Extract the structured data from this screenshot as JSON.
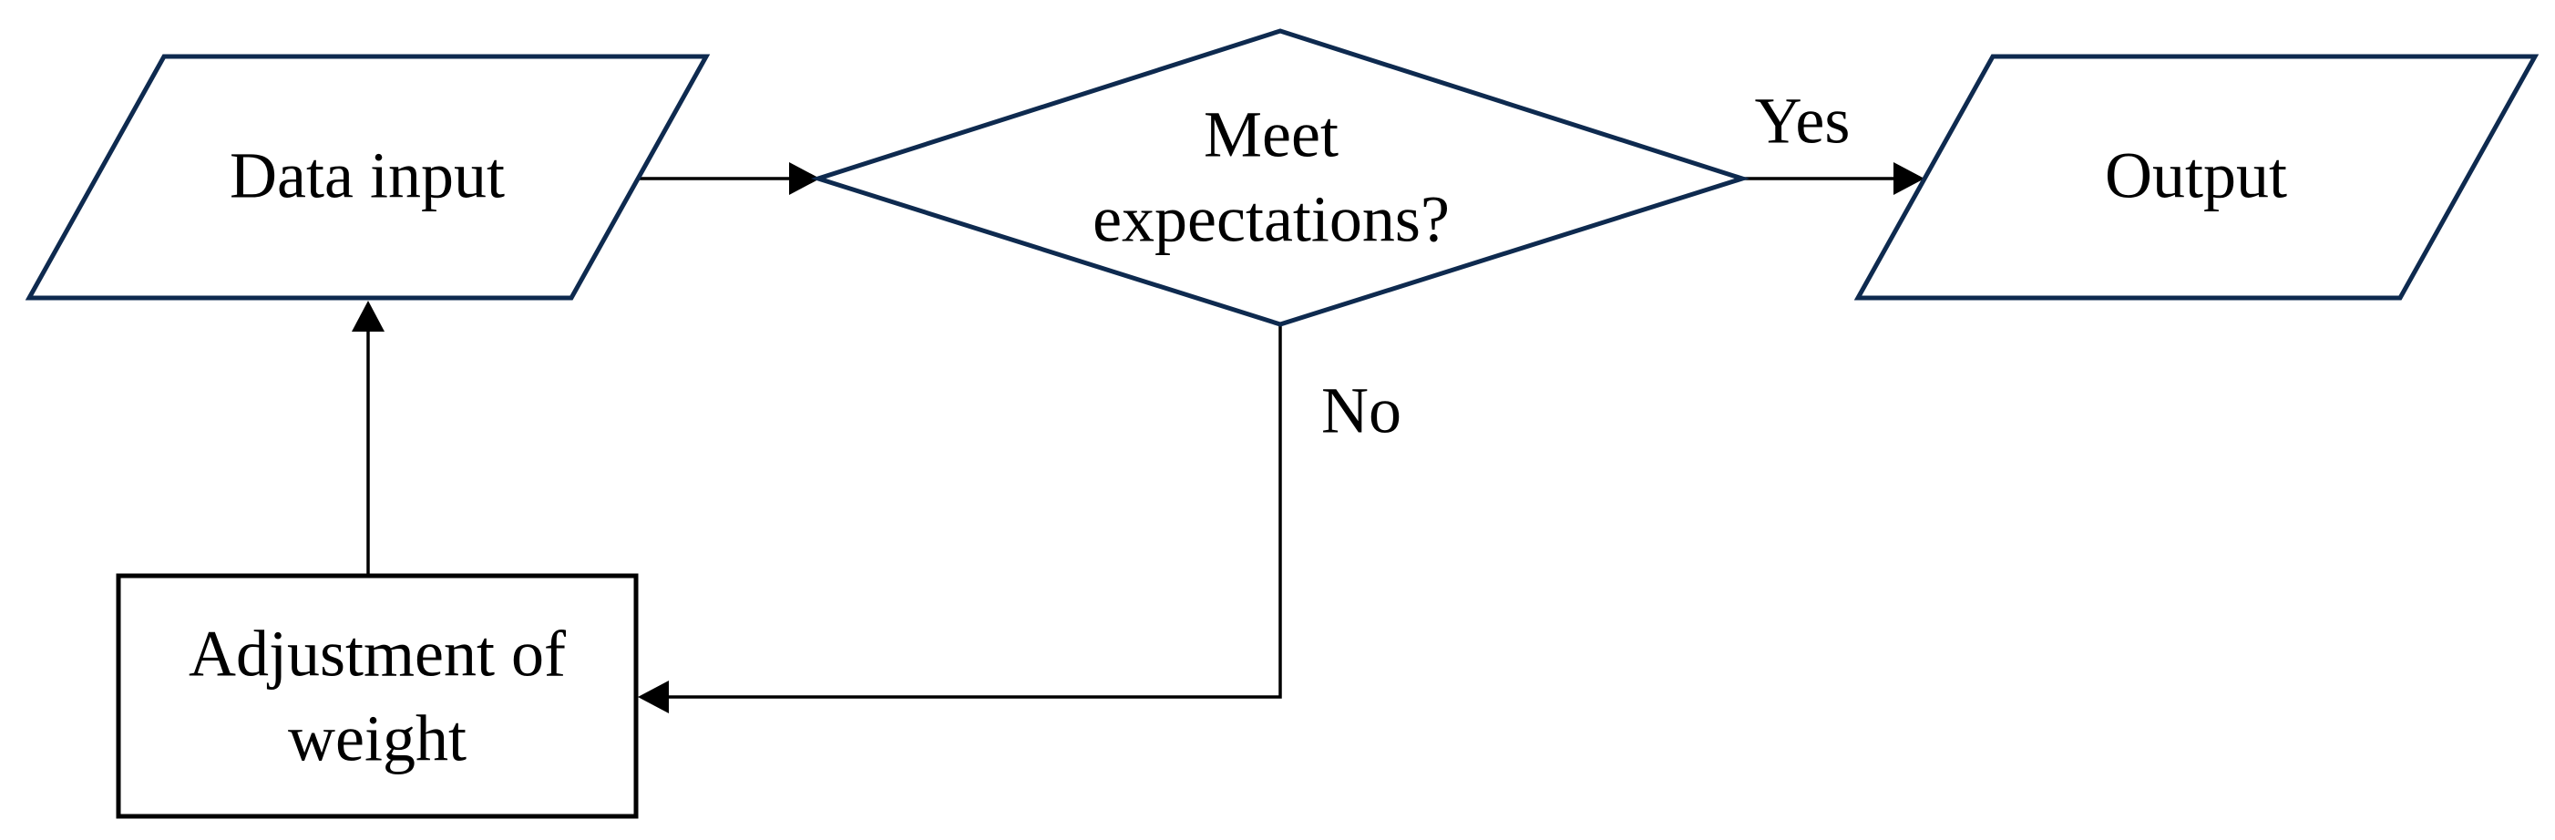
{
  "nodes": {
    "data_input": {
      "label": "Data input"
    },
    "decision": {
      "line1": "Meet",
      "line2": "expectations?"
    },
    "output": {
      "label": "Output"
    },
    "adjustment": {
      "line1": "Adjustment of",
      "line2": "weight"
    }
  },
  "edges": {
    "yes_label": "Yes",
    "no_label": "No"
  },
  "colors": {
    "shape_stroke": "#0e2a4f",
    "box_stroke": "#000000",
    "connector": "#000000",
    "background": "#ffffff"
  }
}
